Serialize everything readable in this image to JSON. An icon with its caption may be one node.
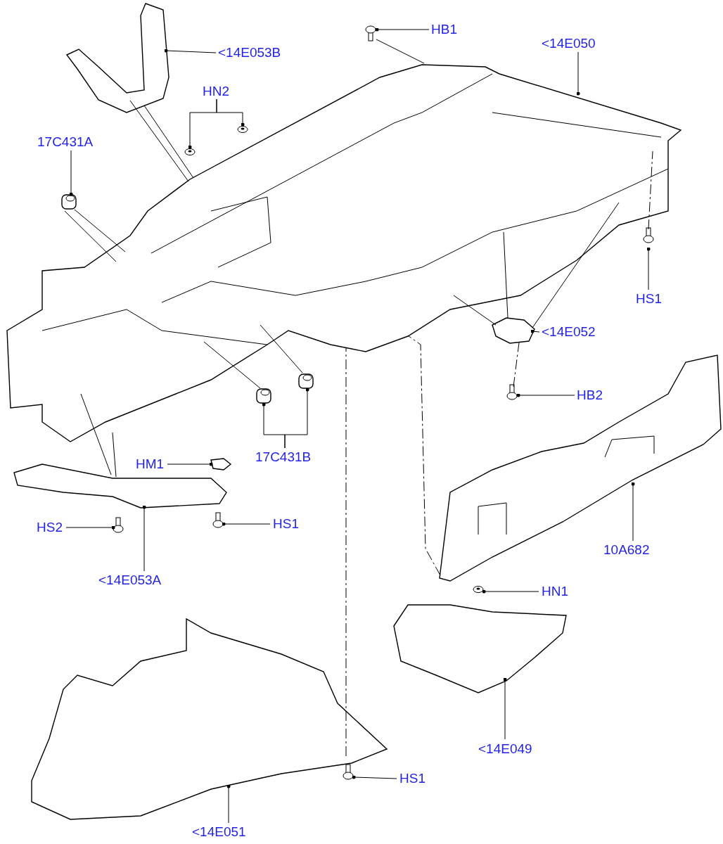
{
  "diagram": {
    "nodes": [
      {
        "text": [],
        "shape": "picture"
      },
      {
        "text": [],
        "shape": "picture"
      },
      {
        "text": [],
        "shape": "picture"
      },
      {
        "text": [],
        "shape": "picture"
      },
      {
        "text": [],
        "shape": "picture"
      },
      {
        "text": [],
        "shape": "picture"
      },
      {
        "text": [],
        "shape": "picture"
      },
      {
        "text": [],
        "shape": "picture"
      },
      {
        "text": [],
        "shape": "picture"
      },
      {
        "text": [],
        "shape": "picture"
      },
      {
        "text": [],
        "shape": "picture"
      },
      {
        "text": [],
        "shape": "picture"
      },
      {
        "text": [],
        "shape": "picture"
      },
      {
        "text": [],
        "shape": "picture"
      },
      {
        "text": [],
        "shape": "picture"
      },
      {
        "text": [],
        "shape": "picture"
      },
      {
        "text": [],
        "shape": "picture"
      },
      {
        "text": [],
        "shape": "picture"
      },
      {
        "text": [],
        "shape": "picture"
      },
      {
        "text": [],
        "shape": "picture"
      },
      {
        "text": [
          "HB1"
        ]
      },
      {
        "text": [
          "<14E053B"
        ]
      },
      {
        "text": [
          "<14E050"
        ]
      },
      {
        "text": [
          "HN2"
        ]
      },
      {
        "text": [
          "17C431A"
        ]
      },
      {
        "text": [
          "HS1"
        ]
      },
      {
        "text": [
          "<14E052"
        ]
      },
      {
        "text": [
          "HB2"
        ]
      },
      {
        "text": [
          "17C431B"
        ]
      },
      {
        "text": [
          "HM1"
        ]
      },
      {
        "text": [
          "HS2"
        ]
      },
      {
        "text": [
          "HS1"
        ]
      },
      {
        "text": [
          "<14E053A"
        ]
      },
      {
        "text": [
          "10A682"
        ]
      },
      {
        "text": [
          "HN1"
        ]
      },
      {
        "text": [
          "<14E049"
        ]
      },
      {
        "text": [
          "<14E051"
        ]
      },
      {
        "text": [
          "HS1"
        ]
      }
    ],
    "edges": [
      {
        "from": 20,
        "to": 2,
        "arrow": "other"
      },
      {
        "from": 21,
        "to": 1,
        "arrow": "other"
      },
      {
        "from": 22,
        "to": 0,
        "arrow": "other"
      },
      {
        "from": 23,
        "to": 3,
        "arrow": "other"
      },
      {
        "from": 23,
        "to": 4,
        "arrow": "other"
      },
      {
        "from": 24,
        "to": 5,
        "arrow": "other"
      },
      {
        "from": 25,
        "to": 6,
        "arrow": "other"
      },
      {
        "from": 26,
        "to": 7,
        "arrow": "other"
      },
      {
        "from": 27,
        "to": 8,
        "arrow": "other"
      },
      {
        "from": 28,
        "to": 9,
        "arrow": "other"
      },
      {
        "from": 28,
        "to": 10,
        "arrow": "other"
      },
      {
        "from": 29,
        "to": 12,
        "arrow": "other"
      },
      {
        "from": 30,
        "to": 14,
        "arrow": "other"
      },
      {
        "from": 31,
        "to": 15,
        "arrow": "other"
      },
      {
        "from": 32,
        "to": 13,
        "arrow": "other"
      },
      {
        "from": 33,
        "to": 11,
        "arrow": "other"
      },
      {
        "from": 34,
        "to": 16,
        "arrow": "other"
      },
      {
        "from": 35,
        "to": 17,
        "arrow": "other"
      },
      {
        "from": 36,
        "to": 18,
        "arrow": "other"
      },
      {
        "from": 37,
        "to": 19,
        "arrow": "other"
      },
      {
        "from": 1,
        "to": 0,
        "arrow": "none"
      },
      {
        "from": 1,
        "to": 0,
        "arrow": "none"
      },
      {
        "from": 5,
        "to": 0,
        "arrow": "none"
      },
      {
        "from": 5,
        "to": 0,
        "arrow": "none"
      },
      {
        "from": 2,
        "to": 0,
        "arrow": "none"
      },
      {
        "from": 9,
        "to": 0,
        "arrow": "none"
      },
      {
        "from": 10,
        "to": 0,
        "arrow": "none"
      },
      {
        "from": 6,
        "to": 0,
        "arrow": "none",
        "style": "dashed"
      },
      {
        "from": 7,
        "to": 0,
        "arrow": "none"
      },
      {
        "from": 7,
        "to": 0,
        "arrow": "none"
      },
      {
        "from": 7,
        "to": 0,
        "arrow": "none"
      },
      {
        "from": 8,
        "to": 7,
        "arrow": "none",
        "style": "dashed"
      },
      {
        "from": 18,
        "to": 0,
        "arrow": "none",
        "style": "dashed"
      },
      {
        "from": 11,
        "to": 0,
        "arrow": "none",
        "style": "dashed"
      },
      {
        "from": 13,
        "to": 0,
        "arrow": "none"
      },
      {
        "from": 13,
        "to": 0,
        "arrow": "none"
      }
    ]
  }
}
